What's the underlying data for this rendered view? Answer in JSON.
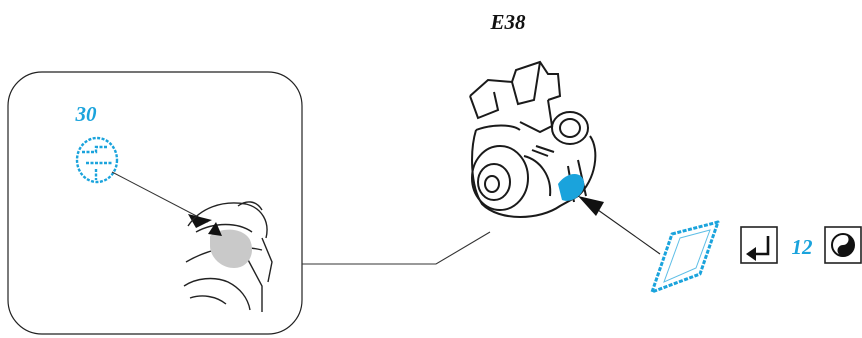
{
  "diagram": {
    "title": "E38",
    "callouts": [
      {
        "number": "30",
        "color": "#1aa3dc"
      },
      {
        "number": "12",
        "color": "#1aa3dc"
      }
    ],
    "icons": [
      "gasket-ring-icon",
      "gasket-plate-icon",
      "replace-arrow-icon",
      "yin-yang-lubricate-icon"
    ]
  }
}
